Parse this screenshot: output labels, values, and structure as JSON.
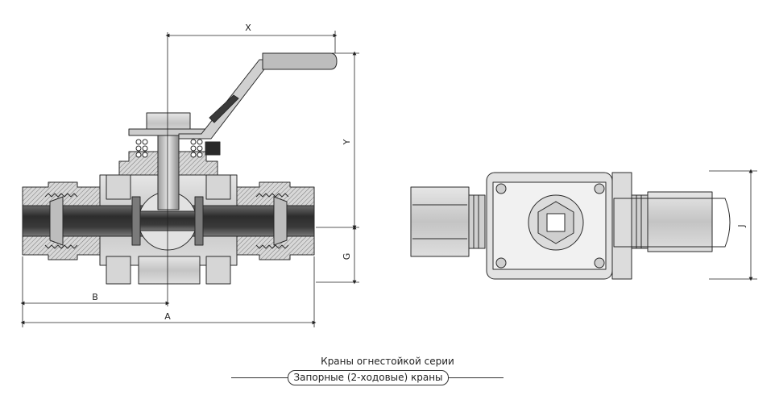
{
  "dimensions": {
    "x": "X",
    "y": "Y",
    "g": "G",
    "b": "B",
    "a": "A",
    "j": "J"
  },
  "caption": {
    "series": "Краны огнестойкой серии",
    "type": "Запорные (2-ходовые) краны"
  },
  "colors": {
    "line": "#2a2a2a",
    "body": "#cfcfcf",
    "dark": "#3a3a3a",
    "pipe": "#4a4a4a"
  }
}
